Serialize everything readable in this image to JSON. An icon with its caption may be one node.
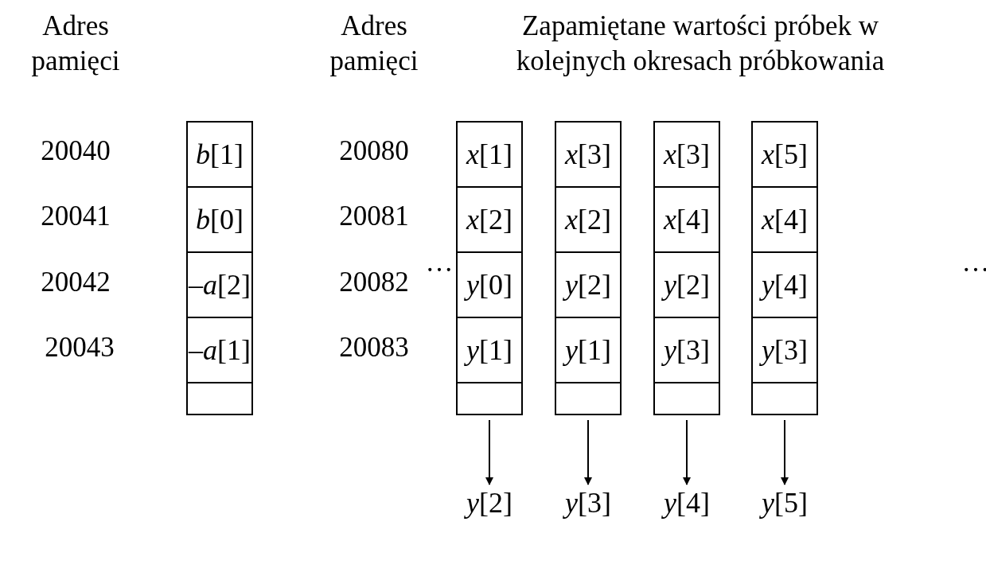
{
  "diagram": {
    "nodes": [
      {
        "text": [],
        "shape": "box"
      },
      {
        "text": [
          "*b*[1]"
        ],
        "in": 0
      },
      {
        "text": [
          "*b*[0]"
        ],
        "in": 0
      },
      {
        "text": [
          "–*a*[2]"
        ],
        "in": 0
      },
      {
        "text": [
          "–*a*[1]"
        ],
        "in": 0
      },
      {
        "text": [],
        "shape": "box"
      },
      {
        "text": [
          "*x*[1]"
        ],
        "in": 5
      },
      {
        "text": [
          "*x*[2]"
        ],
        "in": 5
      },
      {
        "text": [
          "*y*[0]"
        ],
        "in": 5
      },
      {
        "text": [
          "*y*[1]"
        ],
        "in": 5
      },
      {
        "text": [],
        "shape": "box"
      },
      {
        "text": [
          "*x*[3]"
        ],
        "in": 10
      },
      {
        "text": [
          "*x*[2]"
        ],
        "in": 10
      },
      {
        "text": [
          "*y*[2]"
        ],
        "in": 10
      },
      {
        "text": [
          "*y*[1]"
        ],
        "in": 10
      },
      {
        "text": [],
        "shape": "box"
      },
      {
        "text": [
          "*x*[3]"
        ],
        "in": 15
      },
      {
        "text": [
          "*x*[4]"
        ],
        "in": 15
      },
      {
        "text": [
          "*y*[2]"
        ],
        "in": 15
      },
      {
        "text": [
          "*y*[3]"
        ],
        "in": 15
      },
      {
        "text": [],
        "shape": "box"
      },
      {
        "text": [
          "*x*[5]"
        ],
        "in": 20
      },
      {
        "text": [
          "*x*[4]"
        ],
        "in": 20
      },
      {
        "text": [
          "*y*[4]"
        ],
        "in": 20
      },
      {
        "text": [
          "*y*[3]"
        ],
        "in": 20
      },
      {
        "text": [
          "*y*[2]"
        ]
      },
      {
        "text": [
          "*y*[3]"
        ]
      },
      {
        "text": [
          "*y*[4]"
        ]
      },
      {
        "text": [
          "*y*[5]"
        ]
      }
    ],
    "edges": [
      {
        "from": 5,
        "to": 25,
        "arrow": "to"
      },
      {
        "from": 10,
        "to": 26,
        "arrow": "to"
      },
      {
        "from": 15,
        "to": 27,
        "arrow": "to"
      },
      {
        "from": 20,
        "to": 28,
        "arrow": "to"
      }
    ],
    "labels": [
      "Adres pamięci",
      "Adres pamięci",
      "Zapamiętane wartości próbek w kolejnych okresach próbkowania",
      "20040",
      "20080",
      "20041",
      "20081",
      "…",
      "…",
      "20042",
      "20082",
      "20043",
      "20083"
    ]
  }
}
